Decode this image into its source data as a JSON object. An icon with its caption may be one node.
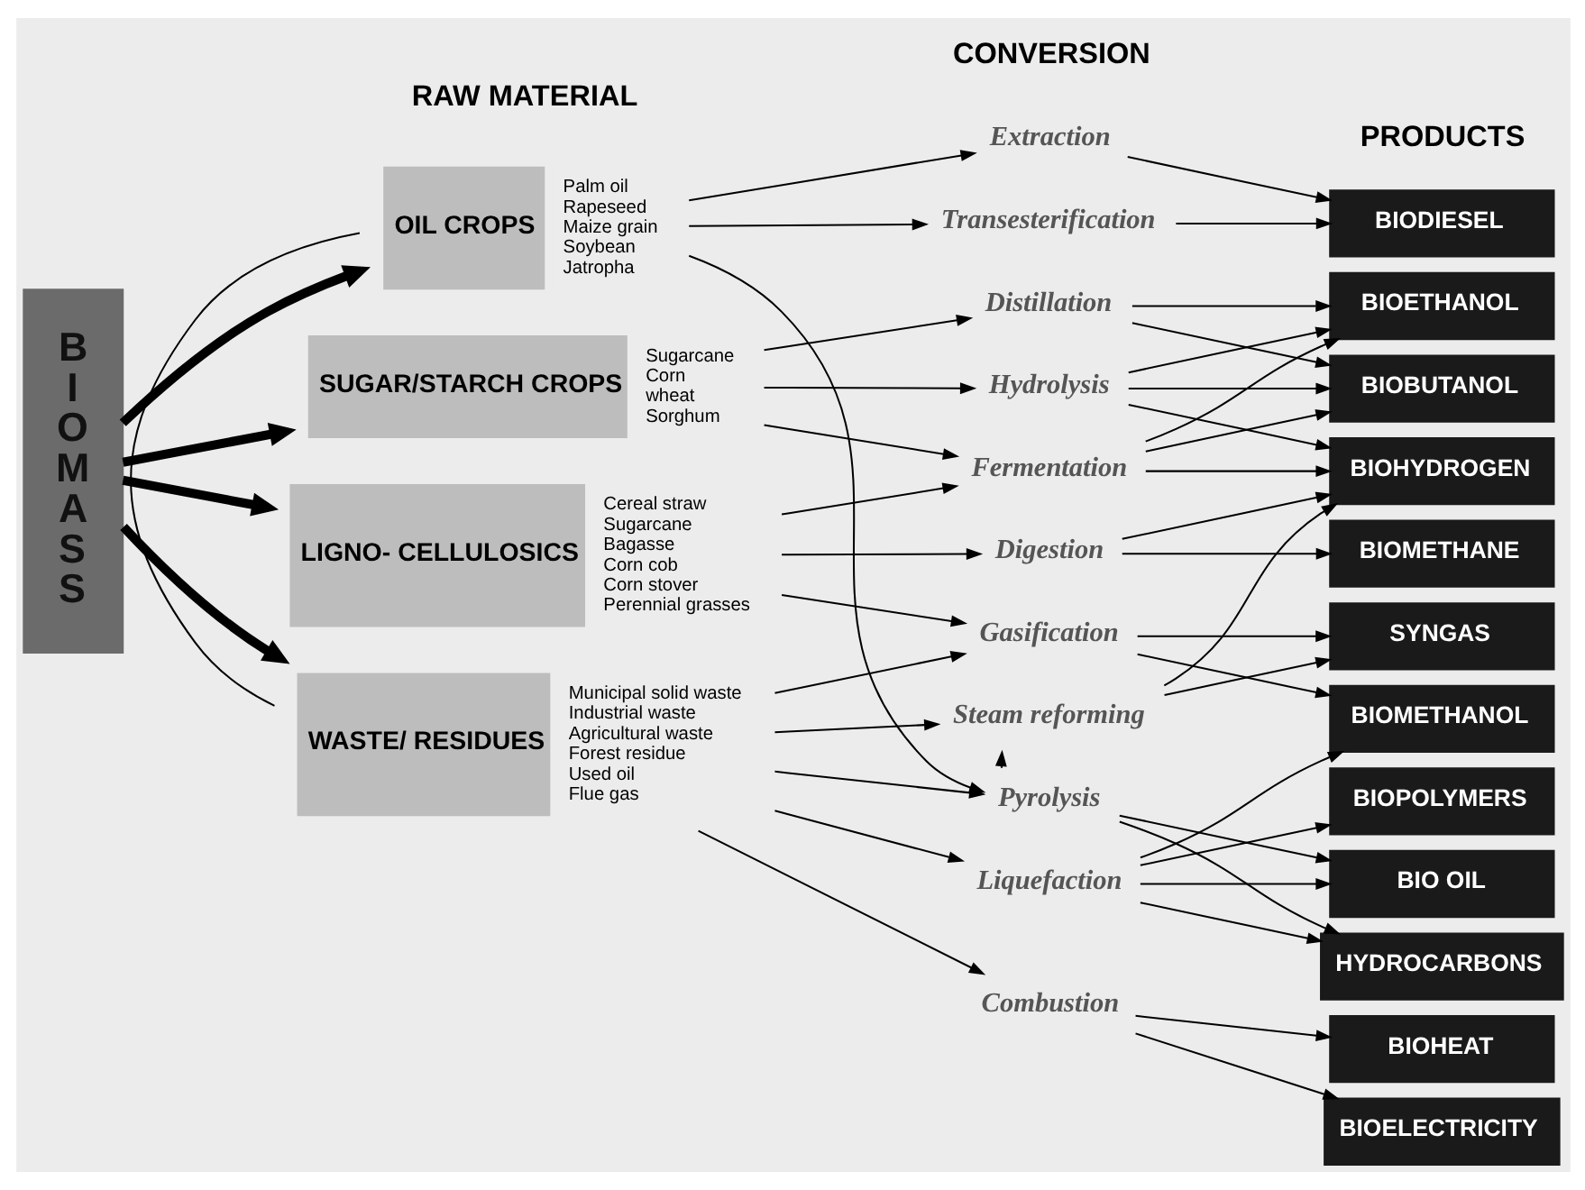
{
  "diagram": {
    "nodes": [
      {
        "text": [
          "BIOMASS"
        ]
      },
      {
        "text": [
          "OIL CROPS"
        ],
        "beside": [
          "Palm oil",
          "Rapeseed",
          "Maize grain",
          "Soybean",
          "Jatropha"
        ]
      },
      {
        "text": [
          "SUGAR/STARCH CROPS"
        ],
        "beside": [
          "Sugarcane",
          "Corn",
          "wheat",
          "Sorghum"
        ]
      },
      {
        "text": [
          "LIGNO- CELLULOSICS"
        ],
        "beside": [
          "Cereal straw",
          "Sugarcane",
          "Bagasse",
          "Corn cob",
          "Corn stover",
          "Perennial grasses"
        ]
      },
      {
        "text": [
          "WASTE/ RESIDUES"
        ],
        "beside": [
          "Municipal solid waste",
          "Industrial waste",
          "Agricultural waste",
          "Forest residue",
          "Used oil",
          "Flue gas"
        ]
      },
      {
        "text": [
          "Extraction"
        ]
      },
      {
        "text": [
          "Transesterification"
        ]
      },
      {
        "text": [
          "Distillation"
        ]
      },
      {
        "text": [
          "Hydrolysis"
        ]
      },
      {
        "text": [
          "Fermentation"
        ]
      },
      {
        "text": [
          "Digestion"
        ]
      },
      {
        "text": [
          "Gasification"
        ]
      },
      {
        "text": [
          "Steam reforming"
        ]
      },
      {
        "text": [
          "Pyrolysis"
        ]
      },
      {
        "text": [
          "Liquefaction"
        ]
      },
      {
        "text": [
          "Combustion"
        ]
      },
      {
        "text": [
          "BIODIESEL"
        ]
      },
      {
        "text": [
          "BIOETHANOL"
        ]
      },
      {
        "text": [
          "BIOBUTANOL"
        ]
      },
      {
        "text": [
          "BIOHYDROGEN"
        ]
      },
      {
        "text": [
          "BIOMETHANE"
        ]
      },
      {
        "text": [
          "SYNGAS"
        ]
      },
      {
        "text": [
          "BIOMETHANOL"
        ]
      },
      {
        "text": [
          "BIOPOLYMERS"
        ]
      },
      {
        "text": [
          "BIO OIL"
        ]
      },
      {
        "text": [
          "HYDROCARBONS"
        ]
      },
      {
        "text": [
          "BIOHEAT"
        ]
      },
      {
        "text": [
          "BIOELECTRICITY"
        ]
      }
    ],
    "edges": [
      {
        "from": 0,
        "to": 1,
        "arrow": "to",
        "style": "thick"
      },
      {
        "from": 0,
        "to": 2,
        "arrow": "to",
        "style": "thick"
      },
      {
        "from": 0,
        "to": 3,
        "arrow": "to",
        "style": "thick"
      },
      {
        "from": 0,
        "to": 4,
        "arrow": "to",
        "style": "thick"
      },
      {
        "from": 1,
        "to": 5,
        "arrow": "to"
      },
      {
        "from": 1,
        "to": 6,
        "arrow": "to"
      },
      {
        "from": 1,
        "to": 13,
        "arrow": "to"
      },
      {
        "from": 1,
        "to": 4,
        "arrow": "none"
      },
      {
        "from": 2,
        "to": 7,
        "arrow": "to"
      },
      {
        "from": 2,
        "to": 8,
        "arrow": "to"
      },
      {
        "from": 2,
        "to": 9,
        "arrow": "to"
      },
      {
        "from": 3,
        "to": 9,
        "arrow": "to"
      },
      {
        "from": 3,
        "to": 10,
        "arrow": "to"
      },
      {
        "from": 3,
        "to": 11,
        "arrow": "to"
      },
      {
        "from": 4,
        "to": 11,
        "arrow": "to"
      },
      {
        "from": 4,
        "to": 12,
        "arrow": "to"
      },
      {
        "from": 4,
        "to": 13,
        "arrow": "to"
      },
      {
        "from": 4,
        "to": 14,
        "arrow": "to"
      },
      {
        "from": 4,
        "to": 15,
        "arrow": "to"
      },
      {
        "from": 5,
        "to": 16,
        "arrow": "to"
      },
      {
        "from": 6,
        "to": 16,
        "arrow": "to"
      },
      {
        "from": 7,
        "to": 17,
        "arrow": "to"
      },
      {
        "from": 7,
        "to": 18,
        "arrow": "to"
      },
      {
        "from": 8,
        "to": 17,
        "arrow": "to"
      },
      {
        "from": 8,
        "to": 18,
        "arrow": "to"
      },
      {
        "from": 8,
        "to": 19,
        "arrow": "to"
      },
      {
        "from": 9,
        "to": 17,
        "arrow": "to"
      },
      {
        "from": 9,
        "to": 18,
        "arrow": "to"
      },
      {
        "from": 9,
        "to": 19,
        "arrow": "to"
      },
      {
        "from": 10,
        "to": 19,
        "arrow": "to"
      },
      {
        "from": 10,
        "to": 20,
        "arrow": "to"
      },
      {
        "from": 11,
        "to": 21,
        "arrow": "to"
      },
      {
        "from": 11,
        "to": 22,
        "arrow": "to"
      },
      {
        "from": 12,
        "to": 19,
        "arrow": "to"
      },
      {
        "from": 12,
        "to": 21,
        "arrow": "to"
      },
      {
        "from": 13,
        "to": 12,
        "arrow": "to"
      },
      {
        "from": 13,
        "to": 24,
        "arrow": "to"
      },
      {
        "from": 13,
        "to": 25,
        "arrow": "to"
      },
      {
        "from": 14,
        "to": 22,
        "arrow": "to"
      },
      {
        "from": 14,
        "to": 23,
        "arrow": "to"
      },
      {
        "from": 14,
        "to": 24,
        "arrow": "to"
      },
      {
        "from": 14,
        "to": 25,
        "arrow": "to"
      },
      {
        "from": 15,
        "to": 26,
        "arrow": "to"
      },
      {
        "from": 15,
        "to": 27,
        "arrow": "to"
      }
    ],
    "labels": [
      "RAW MATERIAL",
      "CONVERSION",
      "PRODUCTS"
    ]
  }
}
